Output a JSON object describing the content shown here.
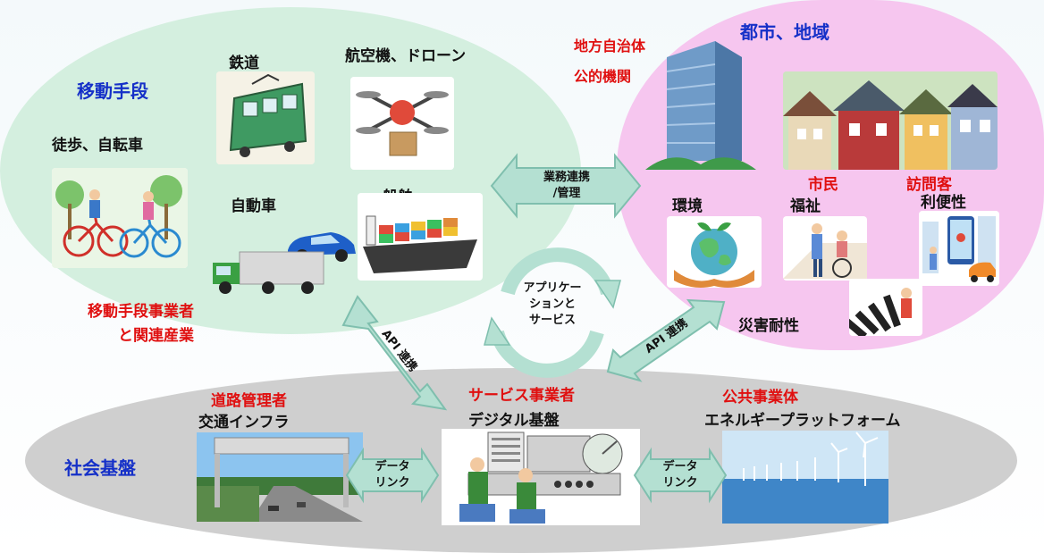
{
  "regions": {
    "mobility": {
      "title": "移動手段",
      "operators": "移動手段事業者\nと関連産業"
    },
    "city": {
      "title": "都市、地域"
    },
    "infra": {
      "title": "社会基盤"
    }
  },
  "mobility_items": {
    "walk": "徒歩、自転車",
    "rail": "鉄道",
    "air": "航空機、ドローン",
    "car": "自動車",
    "ship": "船舶"
  },
  "city_items": {
    "gov1": "地方自治体",
    "gov2": "公的機関",
    "citizen": "市民",
    "visitor": "訪問客",
    "environment": "環境",
    "welfare": "福祉",
    "convenience": "利便性",
    "resilience": "災害耐性"
  },
  "infra_items": {
    "road_mgr": "道路管理者",
    "transport": "交通インフラ",
    "service_op": "サービス事業者",
    "digital": "デジタル基盤",
    "public_op": "公共事業体",
    "energy": "エネルギープラットフォーム"
  },
  "links": {
    "business": "業務連携\n/管理",
    "api_left": "API 連携",
    "api_right": "API 連携",
    "data_left": "データ\nリンク",
    "data_right": "データ\nリンク",
    "center": "アプリケー\nションと\nサービス"
  },
  "colors": {
    "mobility_bg": "#d4efdf",
    "city_bg": "#f6c6ef",
    "infra_bg": "#cfcfcf",
    "arrow": "#b4e0d2",
    "arrow_stroke": "#7fbfae"
  }
}
